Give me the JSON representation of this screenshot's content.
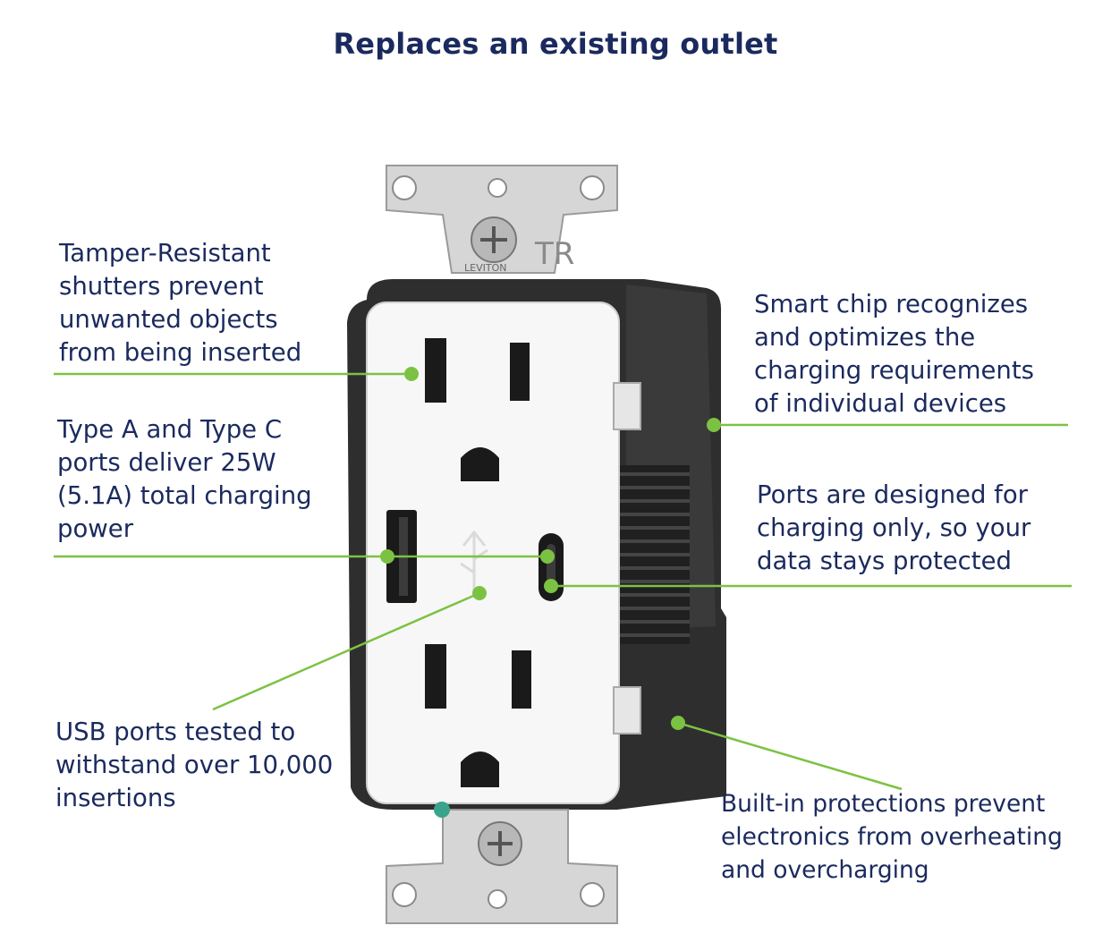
{
  "title": "Replaces an existing outlet",
  "colors": {
    "text": "#1b2a5e",
    "leader": "#7cc242",
    "plate": "#d9d9d9",
    "housing": "#2b2b2b",
    "face": "#f6f6f6"
  },
  "product": {
    "brand": "LEVITON",
    "tr_mark": "TR"
  },
  "callouts": {
    "tamper": [
      "Tamper-Resistant",
      "shutters prevent",
      "unwanted objects",
      "from being inserted"
    ],
    "ports": [
      "Type A and Type C",
      "ports deliver 25W",
      "(5.1A) total charging",
      "power"
    ],
    "usb_tested": [
      "USB ports tested to",
      "withstand over 10,000",
      "insertions"
    ],
    "smart_chip": [
      "Smart chip recognizes",
      "and optimizes the",
      "charging requirements",
      "of individual devices"
    ],
    "charging_only": [
      "Ports are designed for",
      "charging only, so your",
      "data stays protected"
    ],
    "protections": [
      "Built-in protections prevent",
      "electronics from overheating",
      "and overcharging"
    ]
  }
}
